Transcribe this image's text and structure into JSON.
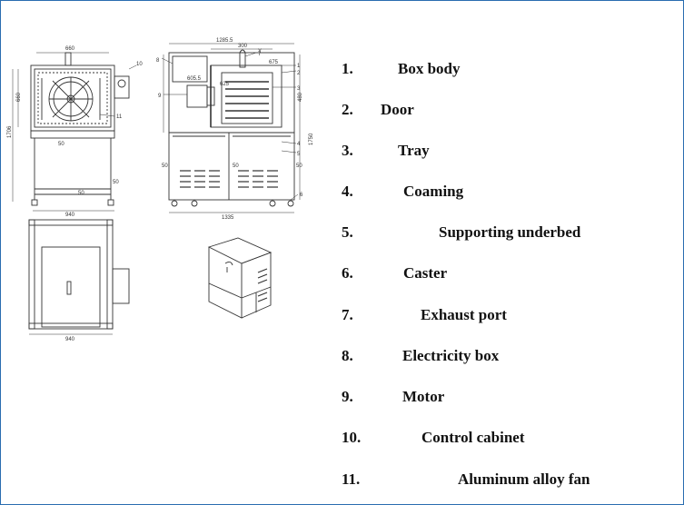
{
  "legend": {
    "items": [
      {
        "num": "1.",
        "label": "Box body"
      },
      {
        "num": "2.",
        "label": "Door"
      },
      {
        "num": "3.",
        "label": "Tray"
      },
      {
        "num": "4.",
        "label": "Coaming"
      },
      {
        "num": "5.",
        "label": "Supporting underbed"
      },
      {
        "num": "6.",
        "label": "Caster"
      },
      {
        "num": "7.",
        "label": "Exhaust port"
      },
      {
        "num": "8.",
        "label": "Electricity box"
      },
      {
        "num": "9.",
        "label": "Motor"
      },
      {
        "num": "10.",
        "label": "Control cabinet"
      },
      {
        "num": "11.",
        "label": "Aluminum alloy fan"
      }
    ]
  },
  "drawing": {
    "front_view": {
      "dims": [
        "660",
        "660",
        "1706",
        "50",
        "50",
        "50",
        "940"
      ],
      "callouts": [
        "10",
        "11"
      ]
    },
    "side_view": {
      "dims": [
        "1285.5",
        "300",
        "605.5",
        "Y",
        "675",
        "625",
        "480",
        "1750",
        "50",
        "50",
        "50",
        "1335"
      ],
      "callouts": [
        "8",
        "9",
        "7",
        "1",
        "2",
        "3",
        "4",
        "5",
        "6"
      ]
    },
    "plan_view": {
      "dims": [
        "940"
      ]
    }
  },
  "colors": {
    "frame": "#2a6db0",
    "ink": "#333333",
    "text": "#111111"
  }
}
